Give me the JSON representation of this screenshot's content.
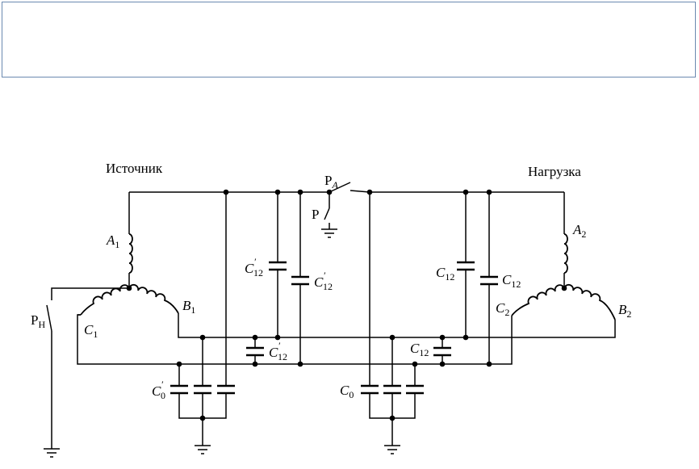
{
  "labels": {
    "source": "Источник",
    "load": "Нагрузка",
    "relay_pa_main": "P",
    "relay_pa_sub": "A",
    "relay_p": "P",
    "relay_ph_main": "P",
    "relay_ph_sub": "H",
    "a1_main": "A",
    "a1_sub": "1",
    "b1_main": "B",
    "b1_sub": "1",
    "c1_main": "C",
    "c1_sub": "1",
    "a2_main": "A",
    "a2_sub": "2",
    "b2_main": "B",
    "b2_sub": "2",
    "c2_main": "C",
    "c2_sub": "2",
    "c12p_main": "C",
    "c12p_sub": "12",
    "c12_main": "C",
    "c12_sub": "12",
    "c0p_main": "C",
    "c0p_sub": "0",
    "c0_main": "C",
    "c0_sub": "0",
    "prime": "′"
  }
}
